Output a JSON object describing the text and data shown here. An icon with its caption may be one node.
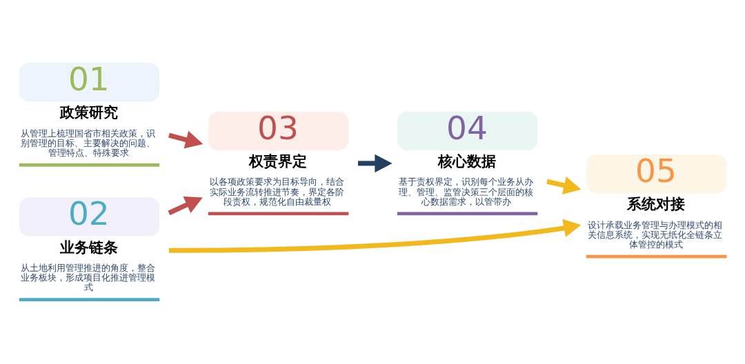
{
  "diagram": {
    "nodes": [
      {
        "text": [
          "01",
          "政策研究",
          "从管理上梳理国省市相关政策，识别管理的目标、主要解决的问题、管理特点、特殊要求"
        ]
      },
      {
        "text": [
          "02",
          "业务链条",
          "从土地利用管理推进的角度，整合业务板块，形成项目化推进管理模式"
        ]
      },
      {
        "text": [
          "03",
          "权责界定",
          "以各项政策要求为目标导向，结合实际业务流转推进节奏，界定各阶段责权，规范化自由裁量权"
        ]
      },
      {
        "text": [
          "04",
          "核心数据",
          "基于责权界定，识别每个业务从办理、管理、监管决策三个层面的核心数据需求，以管带办"
        ]
      },
      {
        "text": [
          "05",
          "系统对接",
          "设计承载业务管理与办理模式的相关信息系统，实现无纸化全链条立体管控的模式"
        ]
      }
    ],
    "edges": [
      {
        "from": 0,
        "to": 2,
        "arrow": "to",
        "color": "#c0504d"
      },
      {
        "from": 1,
        "to": 2,
        "arrow": "to",
        "color": "#c0504d"
      },
      {
        "from": 2,
        "to": 3,
        "arrow": "to",
        "color": "#243f60"
      },
      {
        "from": 1,
        "to": 4,
        "arrow": "to",
        "color": "#f2b81c"
      },
      {
        "from": 3,
        "to": 4,
        "arrow": "to",
        "color": "#f2b81c"
      }
    ]
  }
}
